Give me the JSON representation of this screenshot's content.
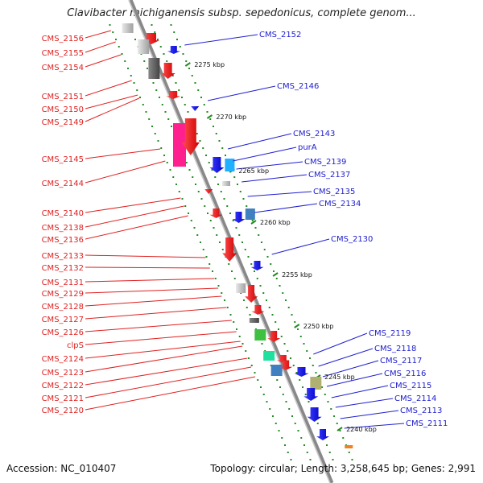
{
  "title": "Clavibacter michiganensis subsp. sepedonicus, complete genom...",
  "accession": "Accession: NC_010407",
  "topology": "Topology: circular; Length: 3,258,645 bp; Genes: 2,991",
  "colors": {
    "left_labels": "#e02020",
    "right_labels": "#2020d0",
    "backbone": "#888888",
    "ticks": "#228B22"
  },
  "kbp_labels": [
    "2275 kbp",
    "2270 kbp",
    "2265 kbp",
    "2260 kbp",
    "2255 kbp",
    "2250 kbp",
    "2245 kbp",
    "2240 kbp"
  ],
  "left_genes": [
    "CMS_2156",
    "CMS_2155",
    "CMS_2154",
    "CMS_2151",
    "CMS_2150",
    "CMS_2149",
    "CMS_2145",
    "CMS_2144",
    "CMS_2140",
    "CMS_2138",
    "CMS_2136",
    "CMS_2133",
    "CMS_2132",
    "CMS_2131",
    "CMS_2129",
    "CMS_2128",
    "CMS_2127",
    "CMS_2126",
    "clpS",
    "CMS_2124",
    "CMS_2123",
    "CMS_2122",
    "CMS_2121",
    "CMS_2120"
  ],
  "right_genes": [
    "CMS_2152",
    "CMS_2146",
    "CMS_2143",
    "purA",
    "CMS_2139",
    "CMS_2137",
    "CMS_2135",
    "CMS_2134",
    "CMS_2130",
    "CMS_2119",
    "CMS_2118",
    "CMS_2117",
    "CMS_2116",
    "CMS_2115",
    "CMS_2114",
    "CMS_2113",
    "CMS_2111"
  ]
}
